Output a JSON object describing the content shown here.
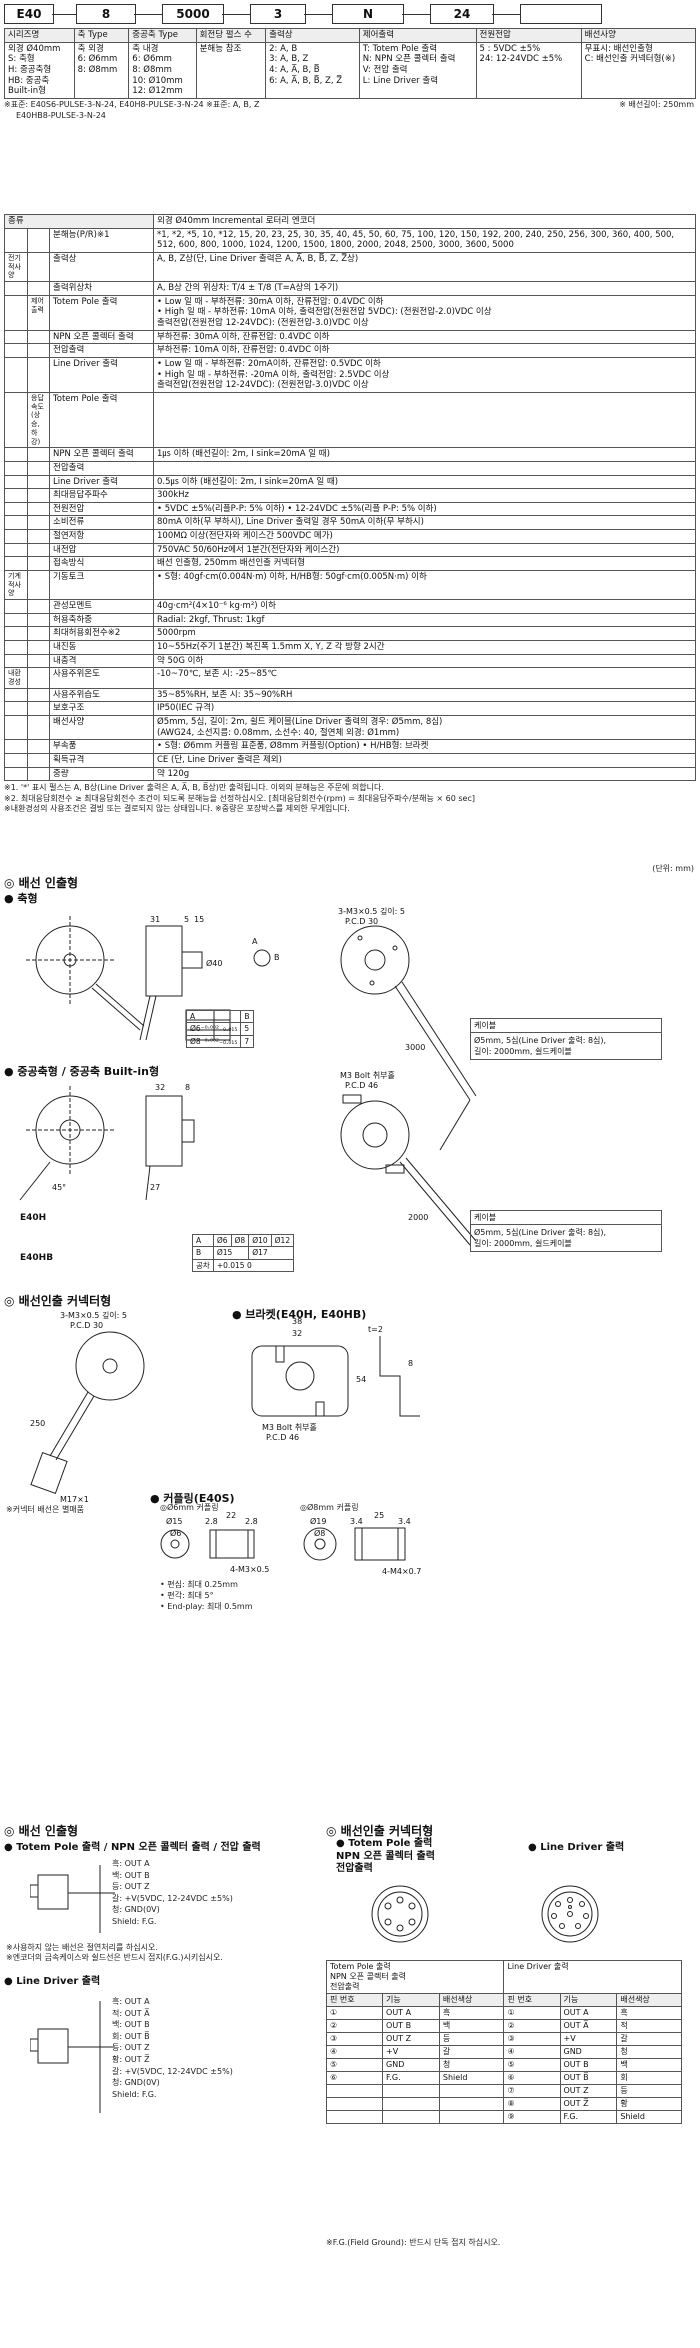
{
  "order_code": {
    "boxes": [
      "E40",
      "8",
      "5000",
      "3",
      "N",
      "24",
      ""
    ],
    "header": [
      "시리즈명",
      "축 Type",
      "중공축 Type",
      "회전당 펄스 수",
      "출력상",
      "제어출력",
      "전원전압",
      "배선사양"
    ],
    "rows": [
      [
        "외경 Ø40mm\nS: 축형\nH: 중공축형\nHB: 중공축\nBuilt-in형",
        "축 외경\n6: Ø6mm\n8: Ø8mm",
        "축 내경\n6: Ø6mm\n8: Ø8mm\n10: Ø10mm\n12: Ø12mm",
        "분해능 참조",
        "2: A, B\n3: A, B, Z\n4: A, A̅, B, B̅\n6: A, A̅, B, B̅, Z, Z̅",
        "T: Totem Pole 출력\nN: NPN 오픈 콜렉터 출력\nV: 전압 출력\nL: Line Driver 출력",
        "5 : 5VDC ±5%\n24: 12-24VDC ±5%",
        "무표시: 배선인출형\nC: 배선인출 커넥터형(※)"
      ]
    ],
    "note_left": "※표준: E40S6-PULSE-3-N-24, E40H8-PULSE-3-N-24 ※표준: A, B, Z",
    "note_left2": "E40HB8-PULSE-3-N-24",
    "note_right": "※ 배선길이: 250mm"
  },
  "spec": {
    "title_label": "종류",
    "title_value": "외경 Ø40mm Incremental 로터리 엔코더",
    "rows": [
      {
        "group": "",
        "sub": "",
        "label": "분해능(P/R)※1",
        "value": "*1, *2, *5, 10, *12, 15, 20, 23, 25, 30, 35, 40, 45, 50, 60, 75, 100, 120, 150, 192, 200, 240, 250, 256, 300, 360, 400, 500, 512, 600, 800, 1000, 1024, 1200, 1500, 1800, 2000, 2048, 2500, 3000, 3600, 5000"
      },
      {
        "group": "전기적사양",
        "sub": "",
        "label": "출력상",
        "value": "A, B, Z상(단, Line Driver 출력은 A, A̅, B, B̅, Z, Z̅상)"
      },
      {
        "group": "",
        "sub": "",
        "label": "출력위상차",
        "value": "A, B상 간의 위상차: T/4 ± T/8 (T=A상의 1주기)"
      },
      {
        "group": "",
        "sub": "제어출력",
        "label": "Totem Pole 출력",
        "value": "• Low 일 때 - 부하전류: 30mA 이하, 잔류전압: 0.4VDC 이하\n• High 일 때 - 부하전류: 10mA 이하, 출력전압(전원전압 5VDC): (전원전압-2.0)VDC 이상\n출력전압(전원전압 12-24VDC): (전원전압-3.0)VDC 이상"
      },
      {
        "group": "",
        "sub": "",
        "label": "NPN 오픈 콜렉터 출력",
        "value": "부하전류: 30mA 이하, 잔류전압: 0.4VDC 이하"
      },
      {
        "group": "",
        "sub": "",
        "label": "전압출력",
        "value": "부하전류: 10mA 이하, 잔류전압: 0.4VDC 이하"
      },
      {
        "group": "",
        "sub": "",
        "label": "Line Driver 출력",
        "value": "• Low 일 때 - 부하전류: 20mA이하, 잔류전압: 0.5VDC 이하\n• High 일 때 - 부하전류: -20mA 이하, 출력전압: 2.5VDC 이상\n출력전압(전원전압 12-24VDC): (전원전압-3.0)VDC 이상"
      },
      {
        "group": "",
        "sub": "응답속도(상승,하강)",
        "label": "Totem Pole 출력",
        "value": ""
      },
      {
        "group": "",
        "sub": "",
        "label": "NPN 오픈 콜렉터 출력",
        "value": "1㎲ 이하 (배선길이: 2m, I sink=20mA 일 때)"
      },
      {
        "group": "",
        "sub": "",
        "label": "전압출력",
        "value": ""
      },
      {
        "group": "",
        "sub": "",
        "label": "Line Driver 출력",
        "value": "0.5㎲ 이하 (배선길이: 2m, I sink=20mA 일 때)"
      },
      {
        "group": "",
        "sub": "",
        "label": "최대응답주파수",
        "value": "300kHz"
      },
      {
        "group": "",
        "sub": "",
        "label": "전원전압",
        "value": "• 5VDC ±5%(리플P-P: 5% 이하) • 12-24VDC ±5%(리플 P-P: 5% 이하)"
      },
      {
        "group": "",
        "sub": "",
        "label": "소비전류",
        "value": "80mA 이하(무 부하시), Line Driver 출력일 경우 50mA 이하(무 부하시)"
      },
      {
        "group": "",
        "sub": "",
        "label": "절연저항",
        "value": "100MΩ 이상(전단자와 케이스간 500VDC 메가)"
      },
      {
        "group": "",
        "sub": "",
        "label": "내전압",
        "value": "750VAC 50/60Hz에서 1분간(전단자와 케이스간)"
      },
      {
        "group": "",
        "sub": "",
        "label": "접속방식",
        "value": "배선 인출형, 250mm 배선인출 커넥터형"
      },
      {
        "group": "기계적사양",
        "sub": "",
        "label": "기동토크",
        "value": "• S형: 40gf·cm(0.004N·m) 이하, H/HB형: 50gf·cm(0.005N·m) 이하"
      },
      {
        "group": "",
        "sub": "",
        "label": "관성모멘트",
        "value": "40g·cm²(4×10⁻⁶ kg·m²) 이하"
      },
      {
        "group": "",
        "sub": "",
        "label": "허용축하중",
        "value": "Radial: 2kgf, Thrust: 1kgf"
      },
      {
        "group": "",
        "sub": "",
        "label": "최대허용회전수※2",
        "value": "5000rpm"
      },
      {
        "group": "",
        "sub": "",
        "label": "내진동",
        "value": "10~55Hz(주기 1분간) 복진폭 1.5mm X, Y, Z 각 방향 2시간"
      },
      {
        "group": "",
        "sub": "",
        "label": "내충격",
        "value": "약 50G 이하"
      },
      {
        "group": "내환경성",
        "sub": "",
        "label": "사용주위온도",
        "value": "-10~70℃, 보존 시: -25~85℃"
      },
      {
        "group": "",
        "sub": "",
        "label": "사용주위습도",
        "value": "35~85%RH, 보존 시: 35~90%RH"
      },
      {
        "group": "",
        "sub": "",
        "label": "보호구조",
        "value": "IP50(IEC 규격)"
      },
      {
        "group": "",
        "sub": "",
        "label": "배선사양",
        "value": "Ø5mm, 5심, 길이: 2m, 쉴드 케이블(Line Driver 출력의 경우: Ø5mm, 8심)\n(AWG24, 소선지름: 0.08mm, 소선수: 40, 절연체 외경: Ø1mm)"
      },
      {
        "group": "",
        "sub": "",
        "label": "부속품",
        "value": "• S형: Ø6mm 커플링 표준품, Ø8mm 커플링(Option) • H/HB형: 브라켓"
      },
      {
        "group": "",
        "sub": "",
        "label": "획득규격",
        "value": "CE (단, Line Driver 출력은 제외)"
      },
      {
        "group": "",
        "sub": "",
        "label": "중량",
        "value": "약 120g"
      }
    ],
    "notes": [
      "※1. '*' 표시 펄스는 A, B상(Line Driver 출력은 A, A̅, B, B̅상)만 출력됩니다. 이외의 분해능은 주문에 의합니다.",
      "※2. 최대응답회전수 ≥ 최대응답회전수 조건이 되도록 분해능을 선정하십시오. [최대응답회전수(rpm) = 최대응답주파수/분해능 × 60 sec]",
      "※내환경성의 사용조건은 결빙 또는 결로되지 않는 상태입니다.     ※중량은 포장박스를 제외한 무게입니다."
    ]
  },
  "unit_note": "(단위: mm)",
  "dims": {
    "title": "◎ 배선 인출형",
    "shaft": "● 축형",
    "hollow": "● 중공축형 / 중공축 Built-in형",
    "e40h": "E40H",
    "e40hb": "E40HB",
    "dim_texts": [
      "31",
      "5",
      "15",
      "Ø40",
      "3-M3×0.5 깊이: 5",
      "P.C.D 30",
      "3000",
      "A",
      "B",
      "32",
      "8",
      "M3 Bolt 취부홀",
      "P.C.D 46",
      "2000",
      "27",
      "45°"
    ],
    "shaft_table": {
      "head": [
        "A",
        "B"
      ],
      "rows": [
        [
          "Ø6⁻⁰·⁰⁰²₋₀.₀₁₅",
          "5"
        ],
        [
          "Ø8⁻⁰·⁰⁰²₋₀.₀₁₅",
          "7"
        ]
      ]
    },
    "hollow_table": {
      "head": [
        "A",
        "Ø6",
        "Ø8",
        "Ø10",
        "Ø12"
      ],
      "row2": [
        "B",
        "Ø15",
        "",
        "Ø17",
        ""
      ],
      "row3": [
        "공차",
        "+0.015 0",
        "",
        "",
        ""
      ]
    },
    "cable1": {
      "title": "케이블",
      "text": "Ø5mm, 5심(Line Driver 출력: 8심),\n길이: 2000mm, 쉴드케이블"
    },
    "cable2": {
      "title": "케이블",
      "text": "Ø5mm, 5심(Line Driver 출력: 8심),\n길이: 2000mm, 쉴드케이블"
    }
  },
  "connector": {
    "title": "◎ 배선인출 커넥터형",
    "texts": [
      "3-M3×0.5 깊이: 5",
      "P.C.D 30",
      "250",
      "M17×1"
    ],
    "note": "※커넥터 배선은 별매품",
    "bracket_title": "● 브라켓(E40H, E40HB)",
    "bracket_texts": [
      "38",
      "32",
      "t=2",
      "8",
      "54",
      "M3 Bolt 취부홀",
      "P.C.D 46"
    ],
    "coupling_title": "● 커플링(E40S)",
    "cpl6": "◎Ø6mm 커플링",
    "cpl8": "◎Ø8mm 커플링",
    "cpl6_dims": [
      "Ø15",
      "Ø6",
      "2.8",
      "22",
      "2.8",
      "4-M3×0.5"
    ],
    "cpl8_dims": [
      "Ø19",
      "Ø8",
      "3.4",
      "25",
      "3.4",
      "4-M4×0.7"
    ],
    "bullets": [
      "• 편심: 최대 0.25mm",
      "• 편각: 최대 5°",
      "• End-play: 최대 0.5mm"
    ]
  },
  "wiring": {
    "title": "◎ 배선 인출형",
    "tp_title": "● Totem Pole 출력 / NPN 오픈 콜렉터 출력 / 전압 출력",
    "tp_lines": [
      "흑: OUT A",
      "백: OUT B",
      "등: OUT Z",
      "갈: +V(5VDC, 12-24VDC ±5%)",
      "청: GND(0V)",
      "Shield: F.G."
    ],
    "tp_notes": [
      "※사용하지 않는 배선은 절연처리를 하십시오.",
      "※엔코더의 금속케이스와 쉴드선은 반드시 접지(F.G.)시키십시오."
    ],
    "ld_title": "● Line Driver 출력",
    "ld_lines": [
      "흑: OUT A",
      "적: OUT A̅",
      "백: OUT B",
      "회: OUT B̅",
      "등: OUT Z",
      "황: OUT Z̅",
      "갈: +V(5VDC, 12-24VDC ±5%)",
      "청: GND(0V)",
      "Shield: F.G."
    ]
  },
  "wiring_conn": {
    "title": "◎ 배선인출 커넥터형",
    "tp_title": "● Totem Pole 출력\nNPN 오픈 콜렉터 출력\n전압출력",
    "ld_title": "● Line Driver 출력",
    "tbl_head_left": "Totem Pole 출력\nNPN 오픈 콜렉터 출력\n전압출력",
    "tbl_head_right": "Line Driver 출력",
    "cols": [
      "핀 번호",
      "기능",
      "배선색상",
      "핀 번호",
      "기능",
      "배선색상"
    ],
    "rows": [
      [
        "①",
        "OUT A",
        "흑",
        "①",
        "OUT A",
        "흑"
      ],
      [
        "②",
        "OUT B",
        "백",
        "②",
        "OUT A̅",
        "적"
      ],
      [
        "③",
        "OUT Z",
        "등",
        "③",
        "+V",
        "갈"
      ],
      [
        "④",
        "+V",
        "갈",
        "④",
        "GND",
        "청"
      ],
      [
        "⑤",
        "GND",
        "청",
        "⑤",
        "OUT B",
        "백"
      ],
      [
        "⑥",
        "F.G.",
        "Shield",
        "⑥",
        "OUT B̅",
        "회"
      ],
      [
        "",
        "",
        "",
        "⑦",
        "OUT Z",
        "등"
      ],
      [
        "",
        "",
        "",
        "⑧",
        "OUT Z̅",
        "황"
      ],
      [
        "",
        "",
        "",
        "⑨",
        "F.G.",
        "Shield"
      ]
    ],
    "note": "※F.G.(Field Ground): 반드시 단독 접지 하십시오."
  }
}
